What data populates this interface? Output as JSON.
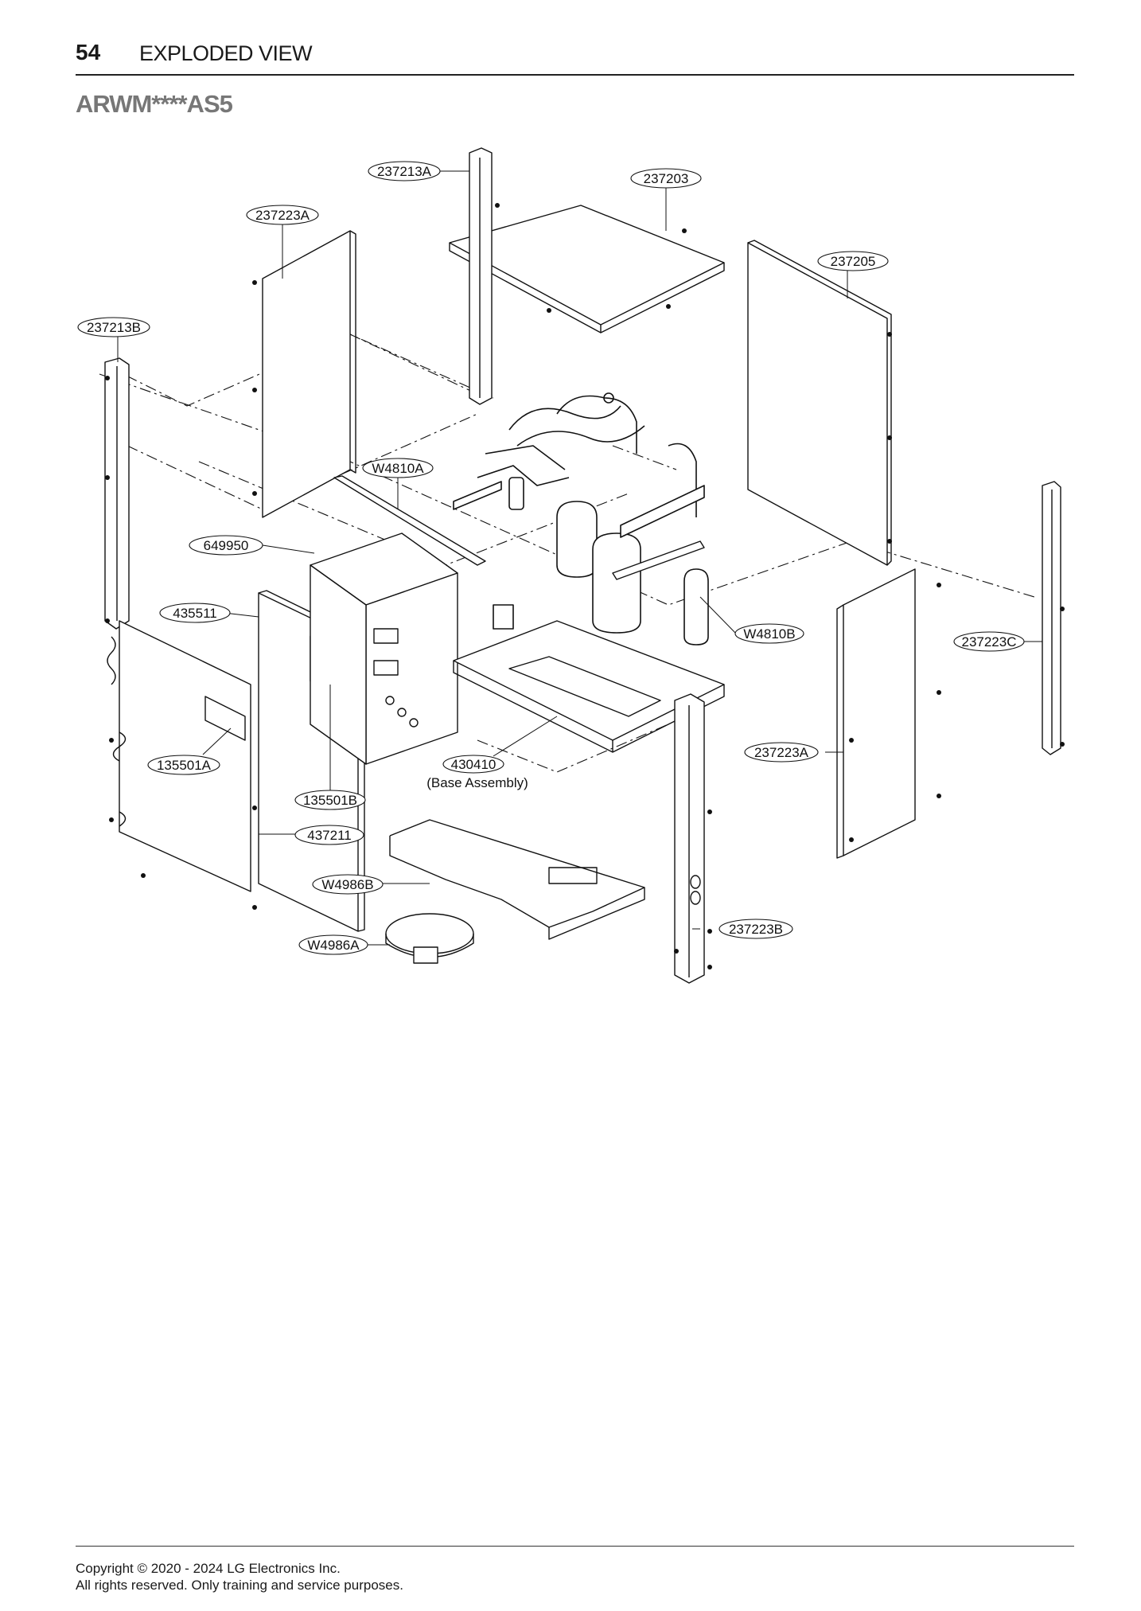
{
  "header": {
    "page_number": "54",
    "section_title": "EXPLODED VIEW"
  },
  "model": "ARWM****AS5",
  "callouts": {
    "c237213A": "237213A",
    "c237203": "237203",
    "c237223A_top": "237223A",
    "c237205": "237205",
    "c237213B": "237213B",
    "cW4810A": "W4810A",
    "c649950": "649950",
    "c435511": "435511",
    "cW4810B": "W4810B",
    "c237223C": "237223C",
    "c237223A_right": "237223A",
    "c135501A": "135501A",
    "c430410": "430410",
    "c430410_sub": "(Base Assembly)",
    "c135501B": "135501B",
    "c437211": "437211",
    "cW4986B": "W4986B",
    "c237223B": "237223B",
    "cW4986A": "W4986A"
  },
  "footer": {
    "line1": "Copyright © 2020 - 2024 LG Electronics Inc.",
    "line2": "All rights reserved. Only training and service purposes."
  }
}
